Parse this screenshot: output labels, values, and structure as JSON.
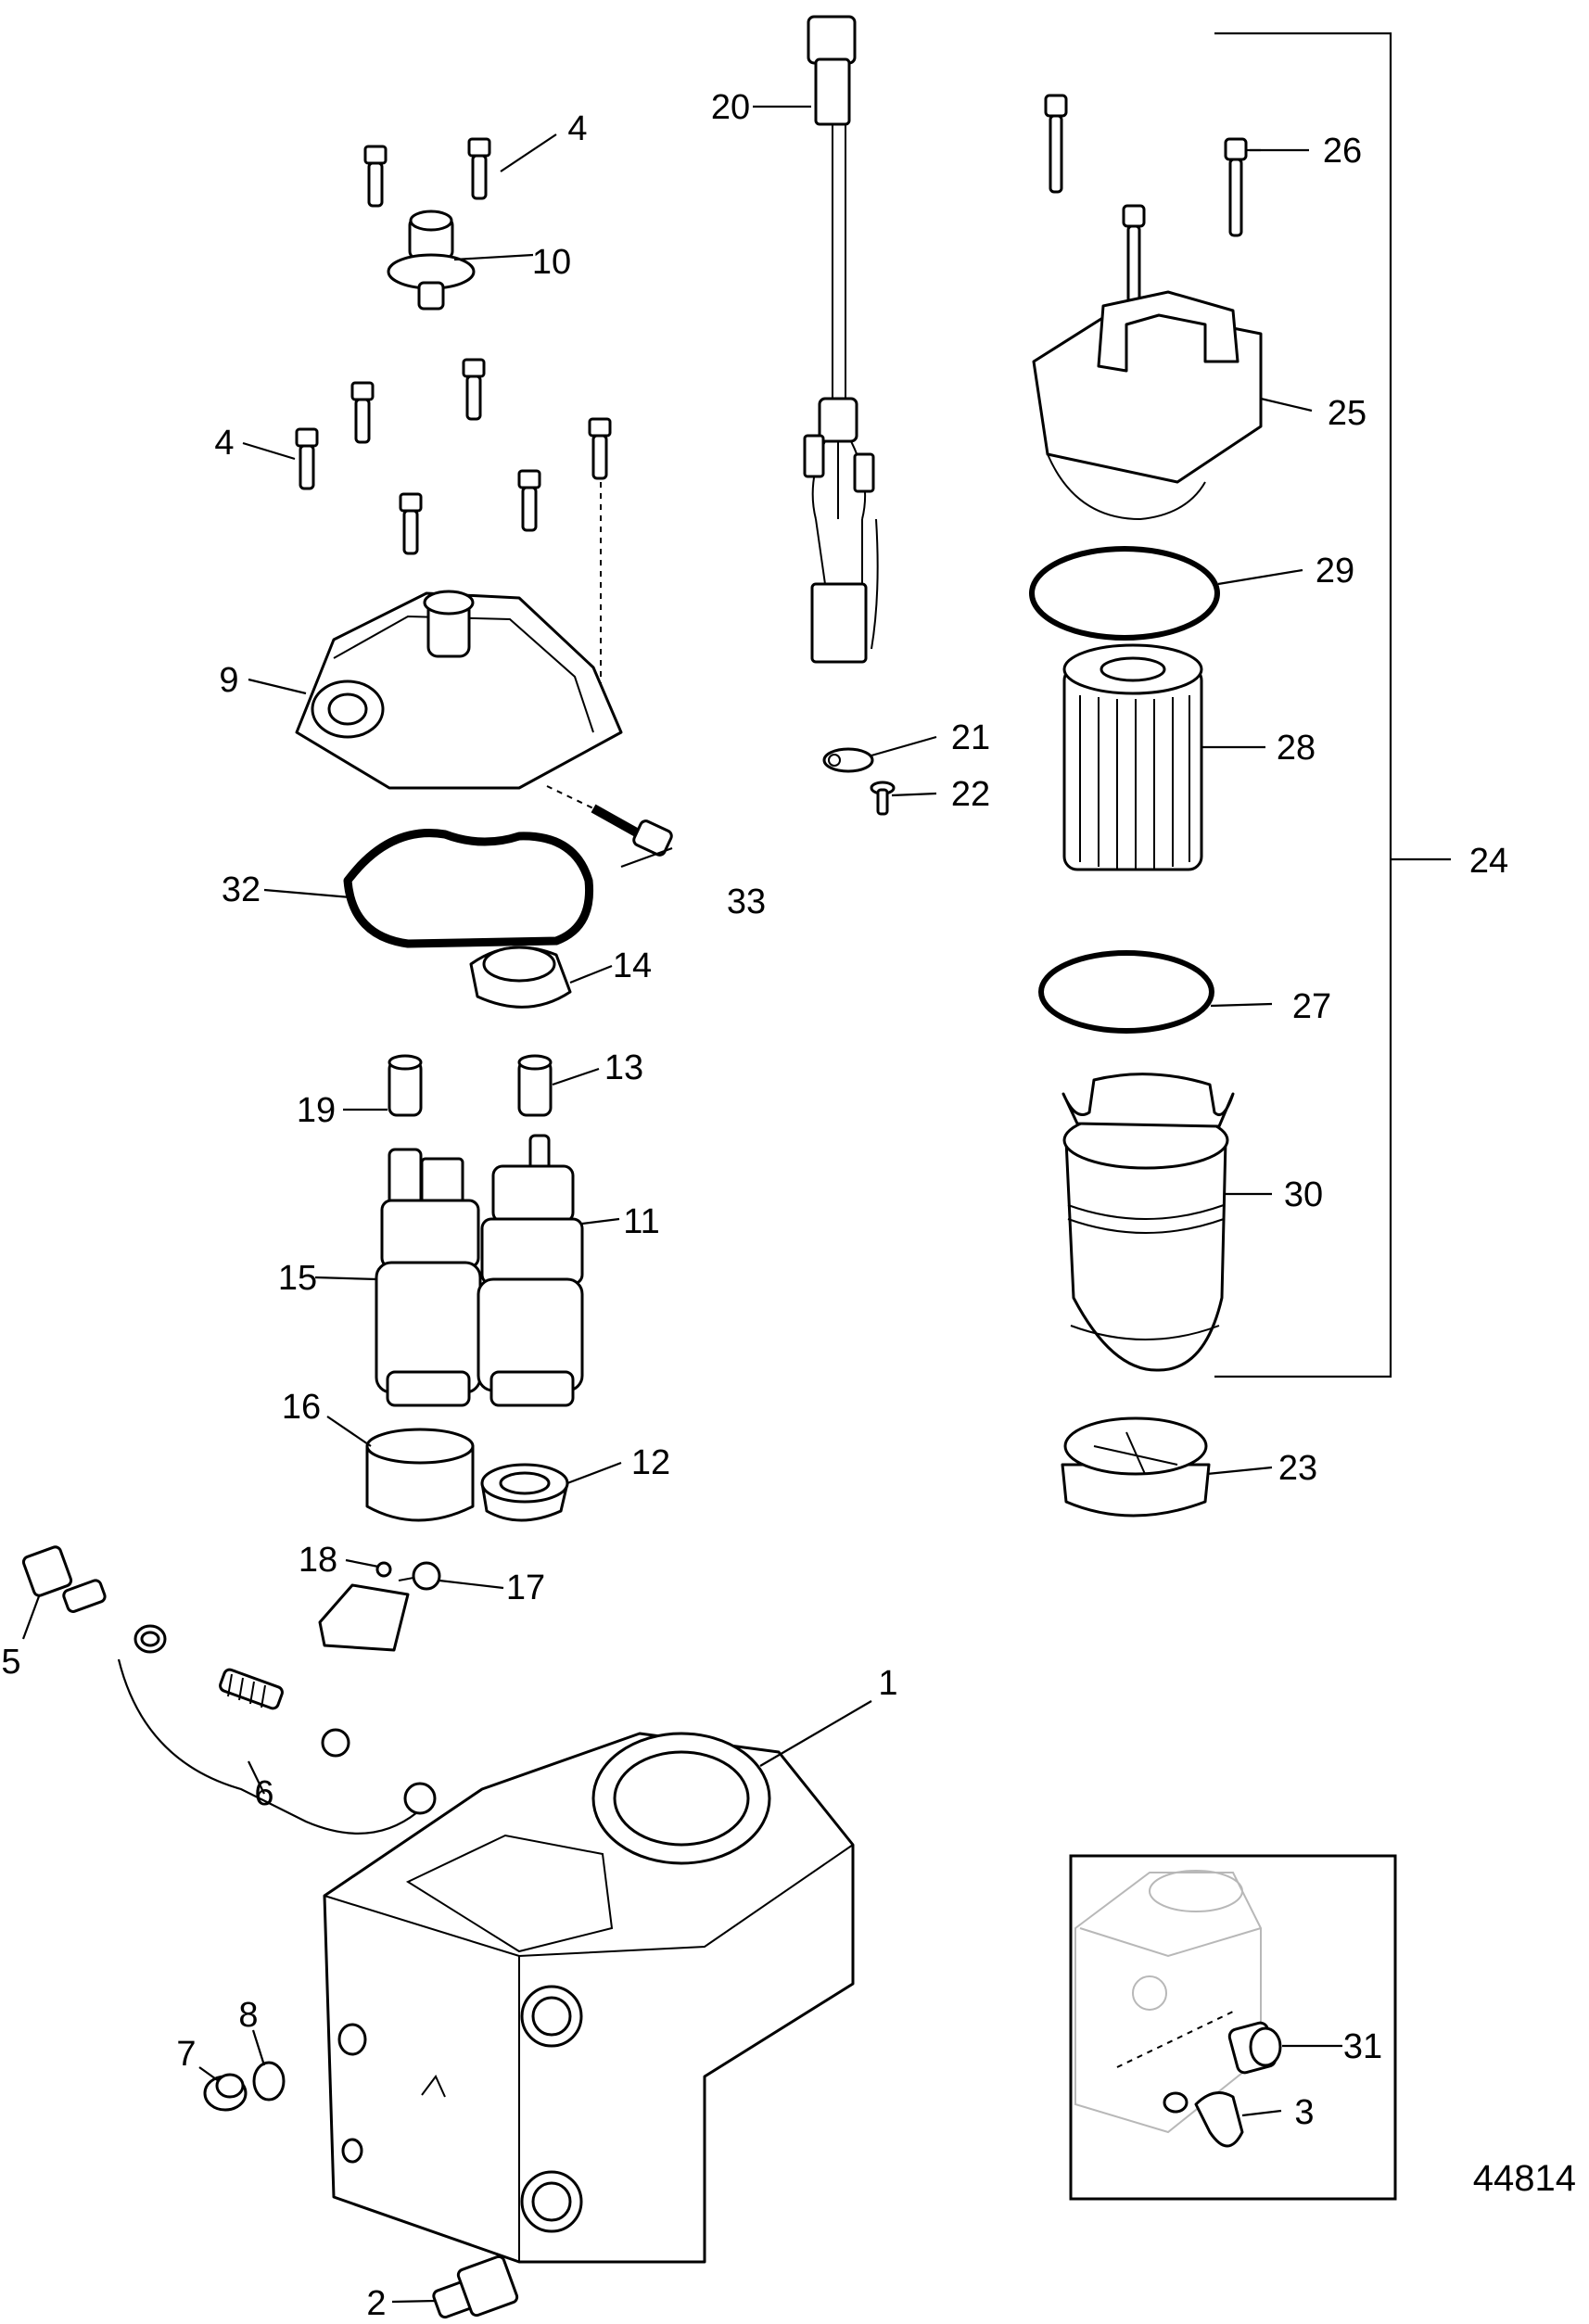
{
  "figure_number": "44814",
  "callouts": [
    {
      "id": "c1",
      "text": "1"
    },
    {
      "id": "c2",
      "text": "2"
    },
    {
      "id": "c3",
      "text": "3"
    },
    {
      "id": "c4a",
      "text": "4"
    },
    {
      "id": "c4b",
      "text": "4"
    },
    {
      "id": "c5",
      "text": "5"
    },
    {
      "id": "c6",
      "text": "6"
    },
    {
      "id": "c7",
      "text": "7"
    },
    {
      "id": "c8",
      "text": "8"
    },
    {
      "id": "c9",
      "text": "9"
    },
    {
      "id": "c10",
      "text": "10"
    },
    {
      "id": "c11",
      "text": "11"
    },
    {
      "id": "c12",
      "text": "12"
    },
    {
      "id": "c13",
      "text": "13"
    },
    {
      "id": "c14",
      "text": "14"
    },
    {
      "id": "c15",
      "text": "15"
    },
    {
      "id": "c16",
      "text": "16"
    },
    {
      "id": "c17",
      "text": "17"
    },
    {
      "id": "c18",
      "text": "18"
    },
    {
      "id": "c19",
      "text": "19"
    },
    {
      "id": "c20",
      "text": "20"
    },
    {
      "id": "c21",
      "text": "21"
    },
    {
      "id": "c22",
      "text": "22"
    },
    {
      "id": "c23",
      "text": "23"
    },
    {
      "id": "c24",
      "text": "24"
    },
    {
      "id": "c25",
      "text": "25"
    },
    {
      "id": "c26",
      "text": "26"
    },
    {
      "id": "c27",
      "text": "27"
    },
    {
      "id": "c28",
      "text": "28"
    },
    {
      "id": "c29",
      "text": "29"
    },
    {
      "id": "c30",
      "text": "30"
    },
    {
      "id": "c31",
      "text": "31"
    },
    {
      "id": "c32",
      "text": "32"
    },
    {
      "id": "c33",
      "text": "33"
    }
  ]
}
